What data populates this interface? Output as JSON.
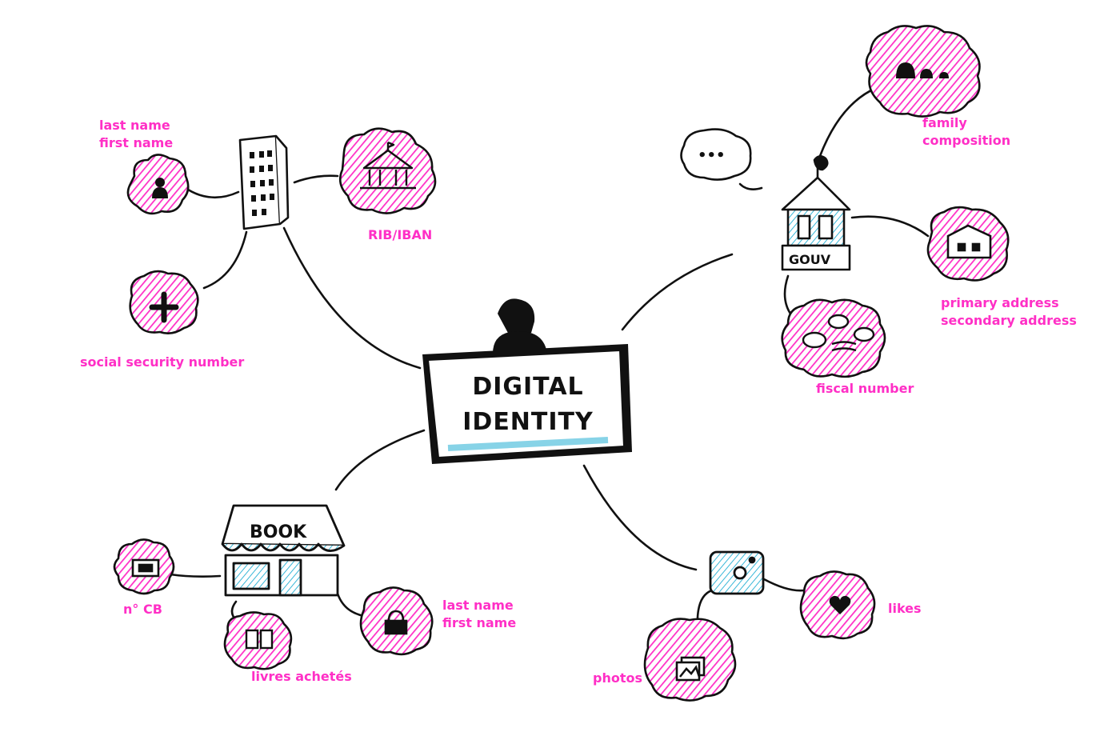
{
  "diagram": {
    "title_line1": "DIGITAL",
    "title_line2": "IDENTITY",
    "book_sign": "BOOK",
    "gov_sign": "GOUV",
    "chat_dots": "•••",
    "colors": {
      "ink": "#111111",
      "accent": "#ff2fc6",
      "blue": "#39b7d8"
    }
  },
  "labels": {
    "bank_name_line1": "last name",
    "bank_name_line2": "first name",
    "rib_iban": "RIB/IBAN",
    "social_security": "social security number",
    "family_line1": "family",
    "family_line2": "composition",
    "address_line1": "primary address",
    "address_line2": "secondary address",
    "fiscal": "fiscal number",
    "cb": "n° CB",
    "livres": "livres achetés",
    "shop_name_line1": "last name",
    "shop_name_line2": "first name",
    "photos": "photos",
    "likes": "likes"
  },
  "icons": [
    "person-icon",
    "building-icon",
    "bank-icon",
    "medical-cross-icon",
    "government-building-icon",
    "family-icon",
    "house-icon",
    "coins-icon",
    "speech-bubble-icon",
    "bookstore-icon",
    "credit-card-icon",
    "books-icon",
    "lock-icon",
    "camera-icon",
    "photo-icon",
    "heart-icon"
  ]
}
